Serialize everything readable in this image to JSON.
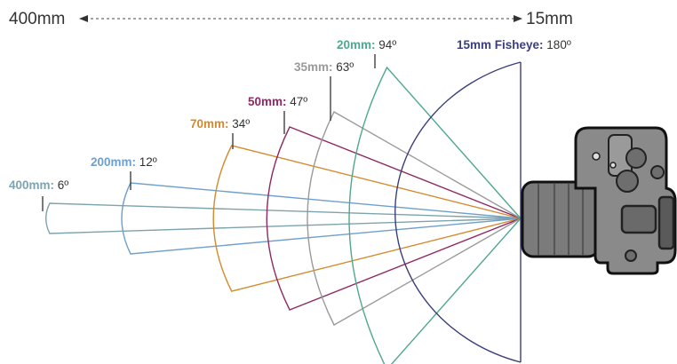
{
  "range": {
    "left_label": "400mm",
    "right_label": "15mm"
  },
  "lenses": [
    {
      "focal": "400mm:",
      "angle": "6º",
      "angle_deg": 6,
      "color": "#7ea3ad"
    },
    {
      "focal": "200mm:",
      "angle": "12º",
      "angle_deg": 12,
      "color": "#6f9fcb"
    },
    {
      "focal": "70mm:",
      "angle": "34º",
      "angle_deg": 34,
      "color": "#d4892c"
    },
    {
      "focal": "50mm:",
      "angle": "47º",
      "angle_deg": 47,
      "color": "#8e2a63"
    },
    {
      "focal": "35mm:",
      "angle": "63º",
      "angle_deg": 63,
      "color": "#9a9a9a"
    },
    {
      "focal": "20mm:",
      "angle": "94º",
      "angle_deg": 94,
      "color": "#4fa88f"
    },
    {
      "focal": "15mm Fisheye:",
      "angle": "180º",
      "angle_deg": 180,
      "color": "#3a3f7a"
    }
  ],
  "camera": {
    "icon": "camera-body-top-view-icon",
    "color": "#777777"
  }
}
